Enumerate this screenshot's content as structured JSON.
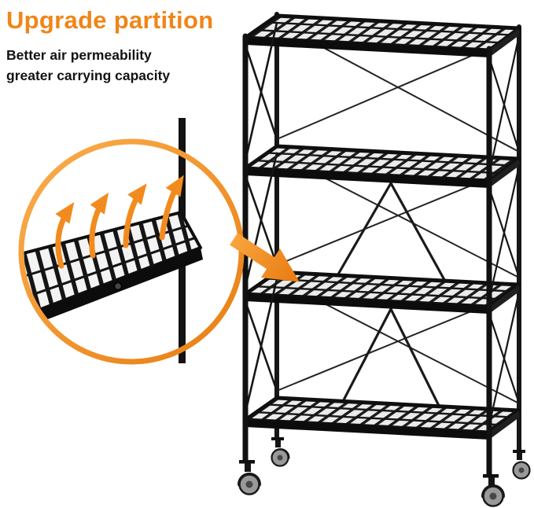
{
  "header": {
    "title": "Upgrade partition",
    "subtitle_line1": "Better air permeability",
    "subtitle_line2": "greater carrying capacity"
  },
  "colors": {
    "accent_orange": "#F08519",
    "accent_orange_light": "#F9A43F",
    "accent_orange_deep": "#E87A10",
    "frame_black": "#141414",
    "background": "#FFFFFF"
  },
  "figure": {
    "product": "4-tier-folding-mesh-shelf-with-caster-wheels",
    "tier_count": 4,
    "callout": "magnified-mesh-closeup-with-upward-airflow-arrows"
  }
}
